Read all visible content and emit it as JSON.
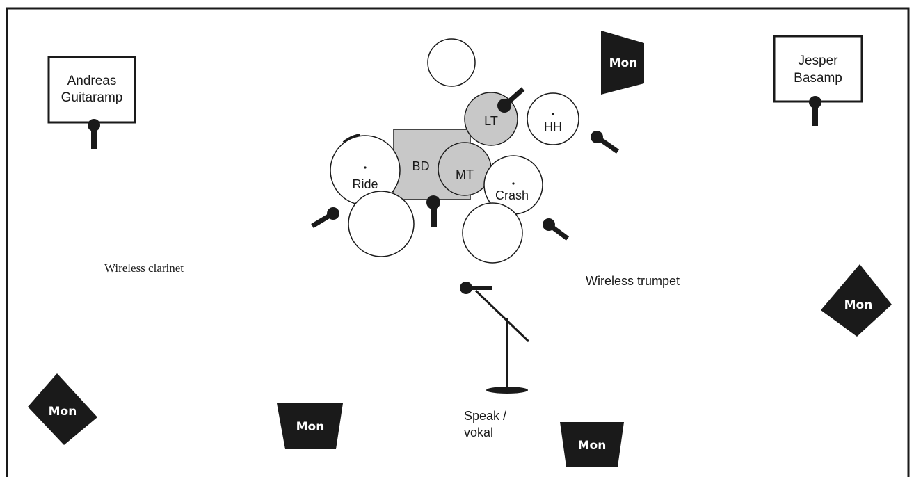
{
  "amps": {
    "andreas": {
      "line1": "Andreas",
      "line2": "Guitaramp"
    },
    "jesper": {
      "line1": "Jesper",
      "line2": "Basamp"
    }
  },
  "monitor_label": "Mon",
  "drums": {
    "bd": "BD",
    "lt": "LT",
    "mt": "MT",
    "hh": "HH",
    "ride": "Ride",
    "crash": "Crash"
  },
  "labels": {
    "wireless_clarinet": "Wireless clarinet",
    "wireless_trumpet": "Wireless trumpet",
    "speak_line1": "Speak /",
    "speak_line2": "vokal"
  },
  "colors": {
    "ink": "#1a1a1a",
    "drum_fill": "#c8c8c8",
    "paper": "#ffffff"
  }
}
